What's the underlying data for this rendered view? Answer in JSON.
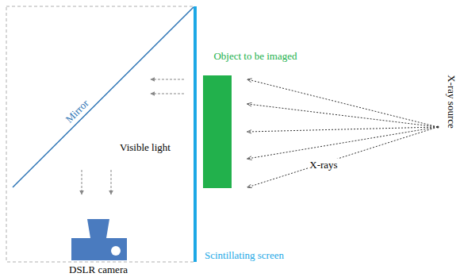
{
  "diagram": {
    "labels": [
      "Mirror",
      "Object to be imaged",
      "Visible light",
      "X-rays",
      "X-ray source",
      "Scintillating screen",
      "DSLR camera"
    ]
  }
}
